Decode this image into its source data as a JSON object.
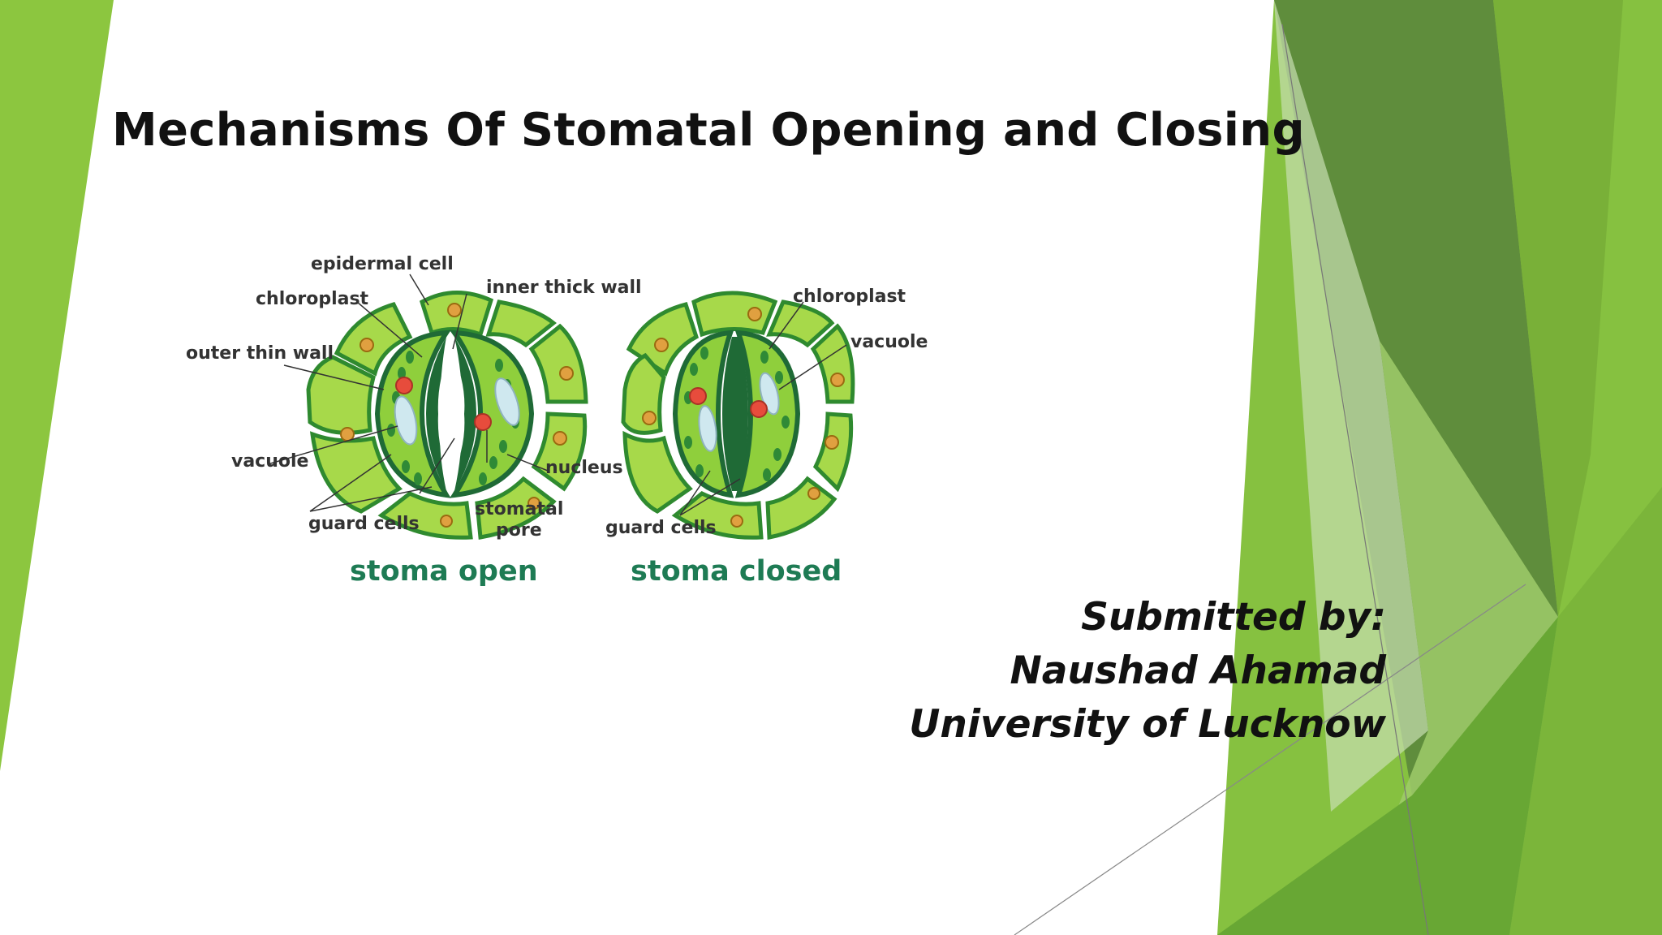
{
  "slide": {
    "title": "Mechanisms Of Stomatal Opening and Closing",
    "colors": {
      "accent_light": "#8cc63f",
      "accent_mid": "#6aa534",
      "accent_dark": "#4f8a2f"
    }
  },
  "diagram": {
    "open_labels": {
      "epidermal_cell": "epidermal cell",
      "chloroplast": "chloroplast",
      "inner_thick_wall": "inner thick wall",
      "outer_thin_wall": "outer thin wall",
      "vacuole": "vacuole",
      "nucleus": "nucleus",
      "guard_cells": "guard cells",
      "stomatal": "stomatal",
      "pore": "pore"
    },
    "closed_labels": {
      "chloroplast": "chloroplast",
      "vacuole": "vacuole",
      "guard_cells": "guard cells"
    },
    "captions": {
      "open": "stoma open",
      "closed": "stoma closed"
    }
  },
  "credits": {
    "submitted_by": "Submitted by:",
    "name": "Naushad Ahamad",
    "university": "University of Lucknow"
  }
}
